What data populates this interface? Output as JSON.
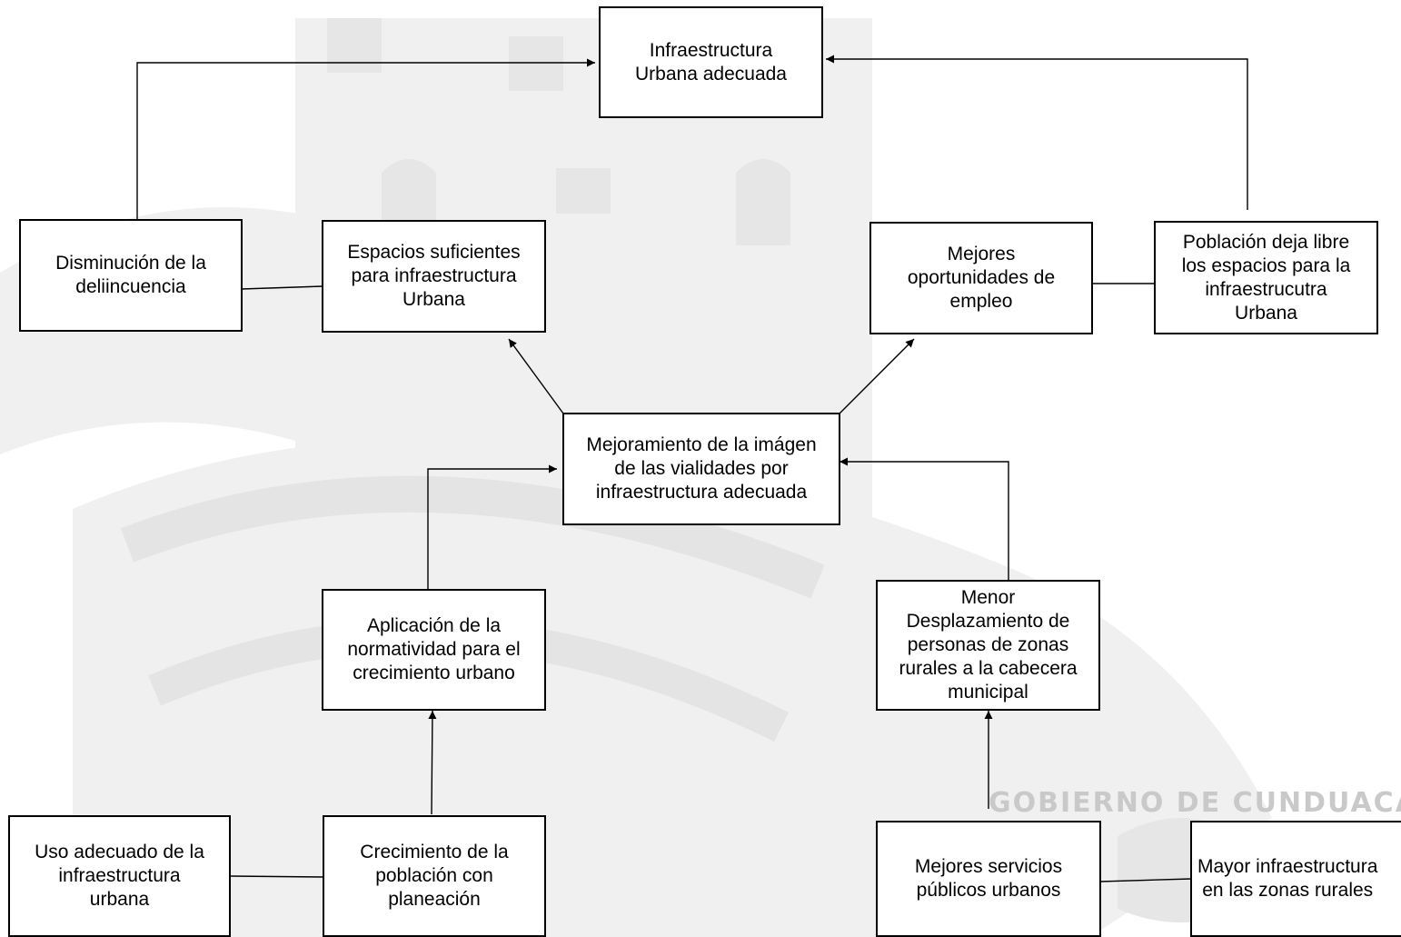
{
  "nodes": {
    "infra_urbana_adecuada": "Infraestructura\nUrbana adecuada",
    "disminucion_delincuencia": "Disminución de la\ndeliincuencia",
    "espacios_suficientes": "Espacios suficientes\npara infraestructura\nUrbana",
    "mejores_oportunidades": "Mejores\noportunidades de\nempleo",
    "poblacion_deja_libre": "Población deja libre\nlos espacios para la\ninfraestrucutra\nUrbana",
    "mejoramiento_imagen": "Mejoramiento de la imágen\nde las vialidades por\ninfraestructura adecuada",
    "aplicacion_normatividad": "Aplicación de la\nnormatividad para el\ncrecimiento urbano",
    "menor_desplazamiento": "Menor\nDesplazamiento de\npersonas de zonas\nrurales a la cabecera\nmunicipal",
    "uso_adecuado": "Uso adecuado de la\ninfraestructura\nurbana",
    "crecimiento_poblacion": "Crecimiento de la\npoblación con\nplaneación",
    "mejores_servicios": "Mejores servicios\npúblicos urbanos",
    "mayor_infraestructura": "Mayor  infraestructura\nen las zonas rurales"
  },
  "watermark": {
    "text": "GOBIERNO DE CUNDUACÁN"
  }
}
